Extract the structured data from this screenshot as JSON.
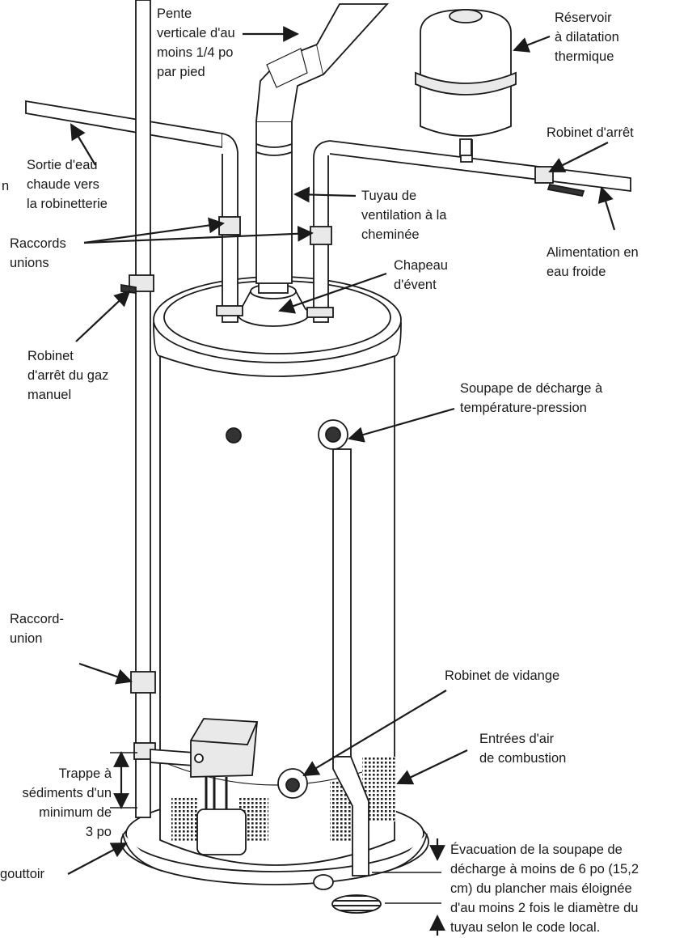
{
  "labels": {
    "vent_slope": "Pente\nverticale d'au\nmoins 1/4 po\npar pied",
    "expansion_tank": "Réservoir\nà dilatation\nthermique",
    "shutoff_valve": "Robinet d'arrêt",
    "hot_outlet": "Sortie d'eau\nchaude vers\nla robinetterie",
    "edge_fragment": "n",
    "vent_pipe": "Tuyau de\nventilation à la\ncheminée",
    "unions": "Raccords\nunions",
    "cold_supply": "Alimentation en\neau froide",
    "draft_hood": "Chapeau\nd'évent",
    "gas_valve": "Robinet\nd'arrêt du gaz\nmanuel",
    "tp_valve": "Soupape de décharge à\ntempérature-pression",
    "union": "Raccord-\nunion",
    "drain_valve": "Robinet de vidange",
    "air_inlets": "Entrées d'air\nde combustion",
    "sediment_trap": "Trappe à\nsédiments d'un\nminimum de\n3 po",
    "drip_pan": "gouttoir",
    "discharge": "Évacuation de la soupape de\ndécharge à moins de 6 po (15,2\ncm) du plancher mais éloignée\nd'au moins 2 fois le diamètre du\ntuyau selon le code local."
  },
  "colors": {
    "line": "#1a1a1a",
    "fill": "#ffffff",
    "shade": "#e9e9e9",
    "dark": "#333333"
  }
}
